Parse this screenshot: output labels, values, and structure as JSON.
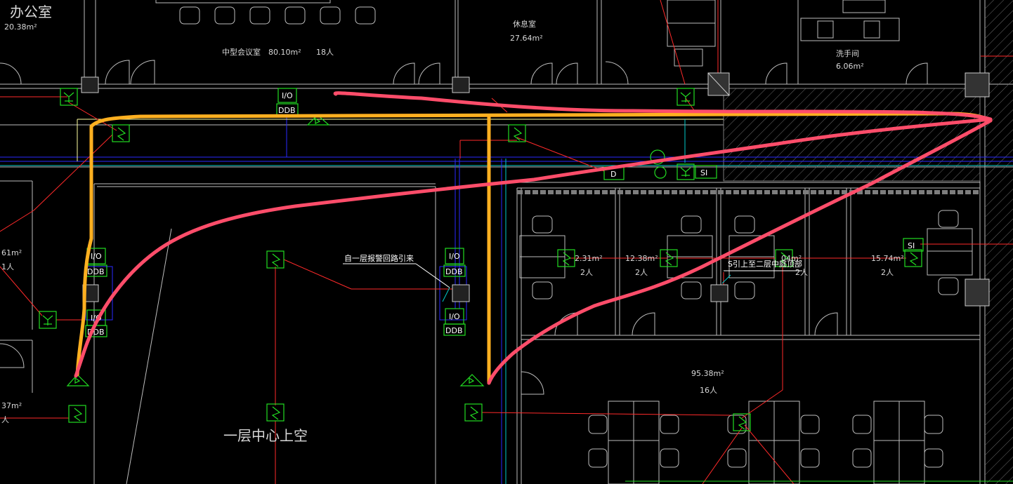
{
  "rooms": {
    "office_1": "办公室",
    "office_1_area": "20.38m²",
    "rest_room": "休息室",
    "rest_room_area": "27.64m²",
    "mid_meeting": "中型会议室",
    "mid_meeting_area": "80.10m²",
    "mid_meeting_people": "18人",
    "wash_room": "洗手间",
    "wash_room_area": "6.06m²",
    "left_area_1": "61m²",
    "left_people_1": "1人",
    "left_area_2": "37m²",
    "left_people_2": "人",
    "cub_area_1": "2.31m²",
    "cub_people_1": "2人",
    "cub_area_2": "12.38m²",
    "cub_people_2": "2人",
    "cub_area_3": "04m²",
    "cub_people_3": "2人",
    "cub_area_4": "15.74m²",
    "cub_people_4": "2人",
    "open_office_area": "95.38m²",
    "open_office_people": "16人",
    "atrium": "一层中心上空"
  },
  "symbols": {
    "io": "I/O",
    "ddb": "DDB",
    "si": "SI",
    "d": "D",
    "s": "S"
  },
  "notes": {
    "alarm_from_first_floor": "自一层报警回路引来",
    "up_to_atrium_top": "S引上至二层中庭顶部"
  },
  "colors": {
    "background": "#000000",
    "wall": "#cfcfcf",
    "device": "#22dd22",
    "wire_red": "#ff2a2a",
    "wire_blue": "#2a2aff",
    "wire_cyan": "#00cccc",
    "highlight_orange": "#ffb020",
    "highlight_pink": "#ff4d6a"
  }
}
